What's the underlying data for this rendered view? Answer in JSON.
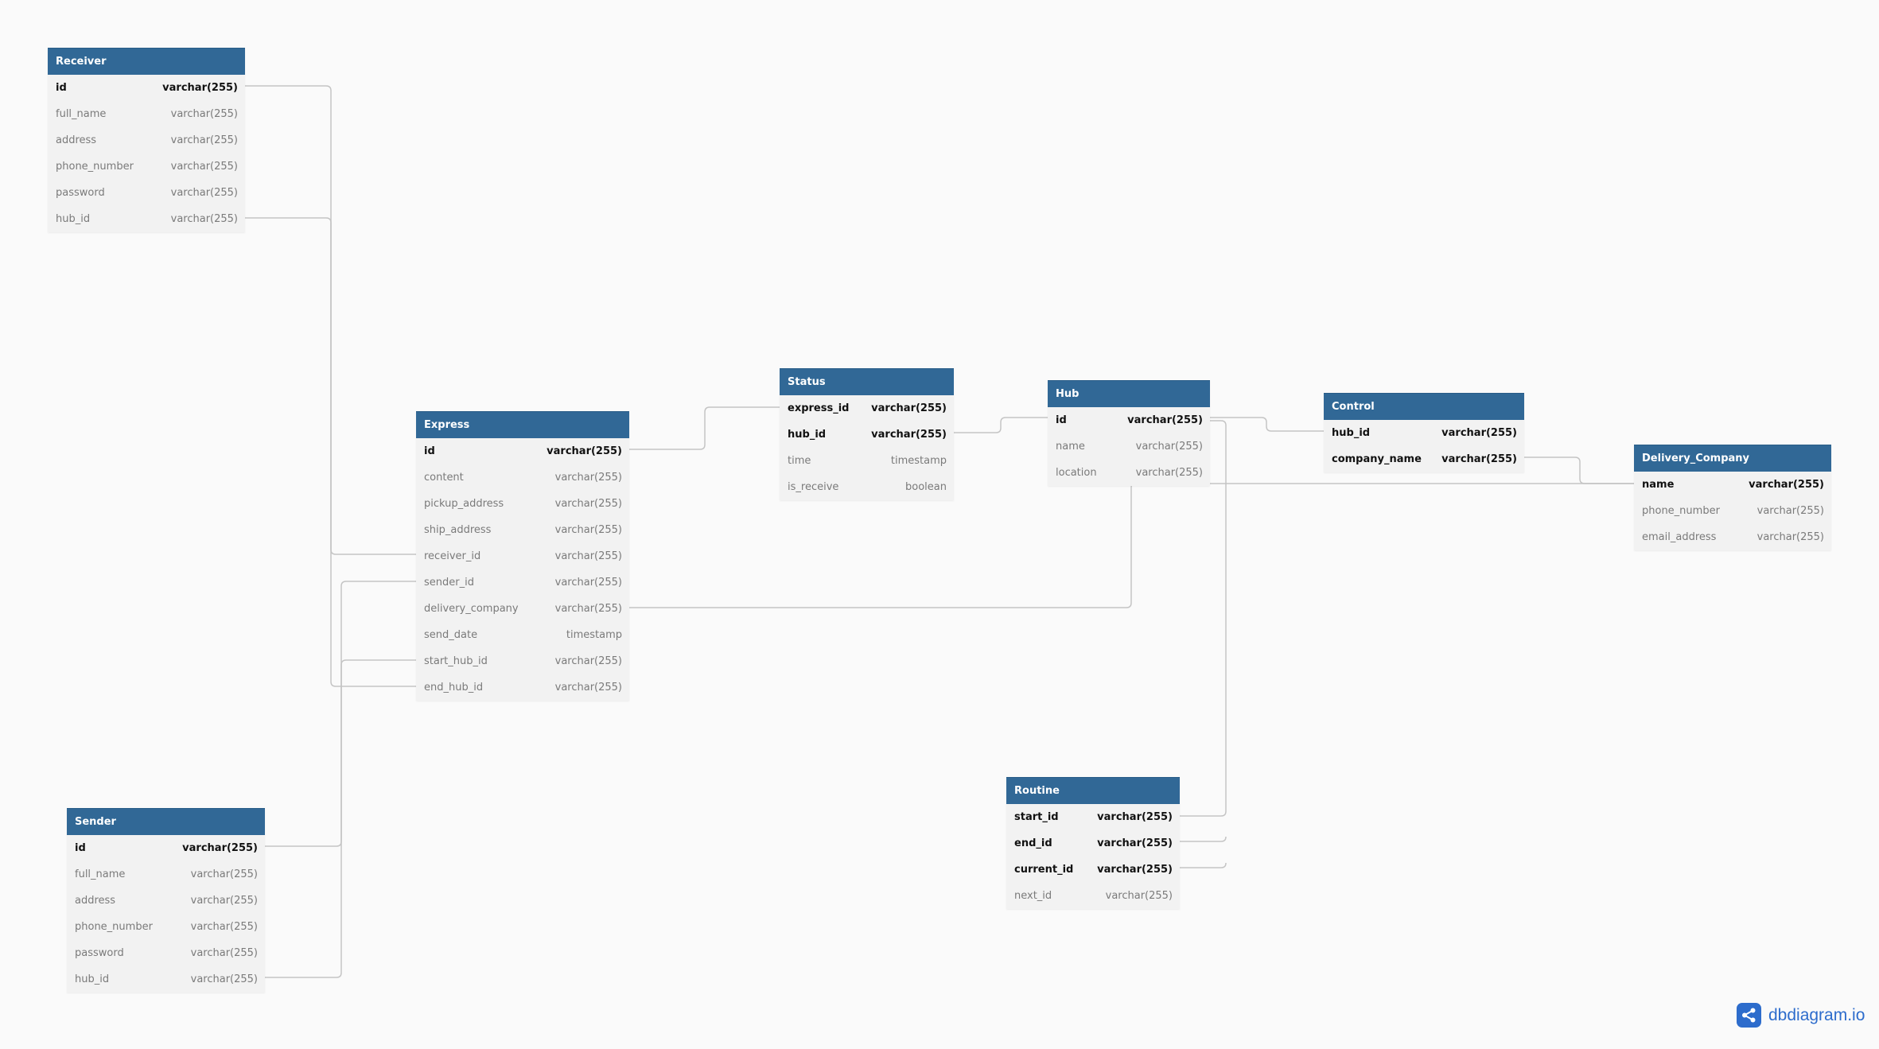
{
  "tables": [
    {
      "id": "receiver",
      "name": "Receiver",
      "columns": [
        {
          "name": "id",
          "type": "varchar(255)",
          "pk": true
        },
        {
          "name": "full_name",
          "type": "varchar(255)"
        },
        {
          "name": "address",
          "type": "varchar(255)"
        },
        {
          "name": "phone_number",
          "type": "varchar(255)"
        },
        {
          "name": "password",
          "type": "varchar(255)"
        },
        {
          "name": "hub_id",
          "type": "varchar(255)"
        }
      ]
    },
    {
      "id": "express",
      "name": "Express",
      "columns": [
        {
          "name": "id",
          "type": "varchar(255)",
          "pk": true
        },
        {
          "name": "content",
          "type": "varchar(255)"
        },
        {
          "name": "pickup_address",
          "type": "varchar(255)"
        },
        {
          "name": "ship_address",
          "type": "varchar(255)"
        },
        {
          "name": "receiver_id",
          "type": "varchar(255)"
        },
        {
          "name": "sender_id",
          "type": "varchar(255)"
        },
        {
          "name": "delivery_company",
          "type": "varchar(255)"
        },
        {
          "name": "send_date",
          "type": "timestamp"
        },
        {
          "name": "start_hub_id",
          "type": "varchar(255)"
        },
        {
          "name": "end_hub_id",
          "type": "varchar(255)"
        }
      ]
    },
    {
      "id": "status",
      "name": "Status",
      "columns": [
        {
          "name": "express_id",
          "type": "varchar(255)",
          "pk": true
        },
        {
          "name": "hub_id",
          "type": "varchar(255)",
          "pk": true
        },
        {
          "name": "time",
          "type": "timestamp"
        },
        {
          "name": "is_receive",
          "type": "boolean"
        }
      ]
    },
    {
      "id": "hub",
      "name": "Hub",
      "columns": [
        {
          "name": "id",
          "type": "varchar(255)",
          "pk": true
        },
        {
          "name": "name",
          "type": "varchar(255)"
        },
        {
          "name": "location",
          "type": "varchar(255)"
        }
      ]
    },
    {
      "id": "control",
      "name": "Control",
      "columns": [
        {
          "name": "hub_id",
          "type": "varchar(255)",
          "pk": true
        },
        {
          "name": "company_name",
          "type": "varchar(255)",
          "pk": true
        }
      ]
    },
    {
      "id": "delivery_company",
      "name": "Delivery_Company",
      "columns": [
        {
          "name": "name",
          "type": "varchar(255)",
          "pk": true
        },
        {
          "name": "phone_number",
          "type": "varchar(255)"
        },
        {
          "name": "email_address",
          "type": "varchar(255)"
        }
      ]
    },
    {
      "id": "routine",
      "name": "Routine",
      "columns": [
        {
          "name": "start_id",
          "type": "varchar(255)",
          "pk": true
        },
        {
          "name": "end_id",
          "type": "varchar(255)",
          "pk": true
        },
        {
          "name": "current_id",
          "type": "varchar(255)",
          "pk": true
        },
        {
          "name": "next_id",
          "type": "varchar(255)"
        }
      ]
    },
    {
      "id": "sender",
      "name": "Sender",
      "columns": [
        {
          "name": "id",
          "type": "varchar(255)",
          "pk": true
        },
        {
          "name": "full_name",
          "type": "varchar(255)"
        },
        {
          "name": "address",
          "type": "varchar(255)"
        },
        {
          "name": "phone_number",
          "type": "varchar(255)"
        },
        {
          "name": "password",
          "type": "varchar(255)"
        },
        {
          "name": "hub_id",
          "type": "varchar(255)"
        }
      ]
    }
  ],
  "brand": {
    "text": "dbdiagram.io",
    "color": "#2d6ccc"
  },
  "colors": {
    "header": "#316896",
    "line": "#c4c4c4"
  }
}
